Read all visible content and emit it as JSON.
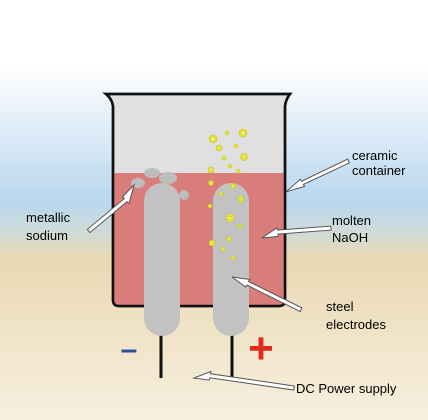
{
  "labels": {
    "ceramic_line1": "ceramic",
    "ceramic_line2": "container",
    "sodium_line1": "metallic",
    "sodium_line2": "sodium",
    "naoh_line1": "molten",
    "naoh_line2": "NaOH",
    "steel_line1": "steel",
    "steel_line2": "electrodes",
    "power": "DC Power supply",
    "minus": "–",
    "plus": "+"
  },
  "colors": {
    "sky_top": "#b9d7ee",
    "sand": "#ead9b4",
    "container": "#e0e0e0",
    "melt": "#d97d7a",
    "electrode": "#c2c2c2",
    "minus": "#2e4f9e",
    "plus": "#e32a1e",
    "bubble": "#e6e640"
  }
}
